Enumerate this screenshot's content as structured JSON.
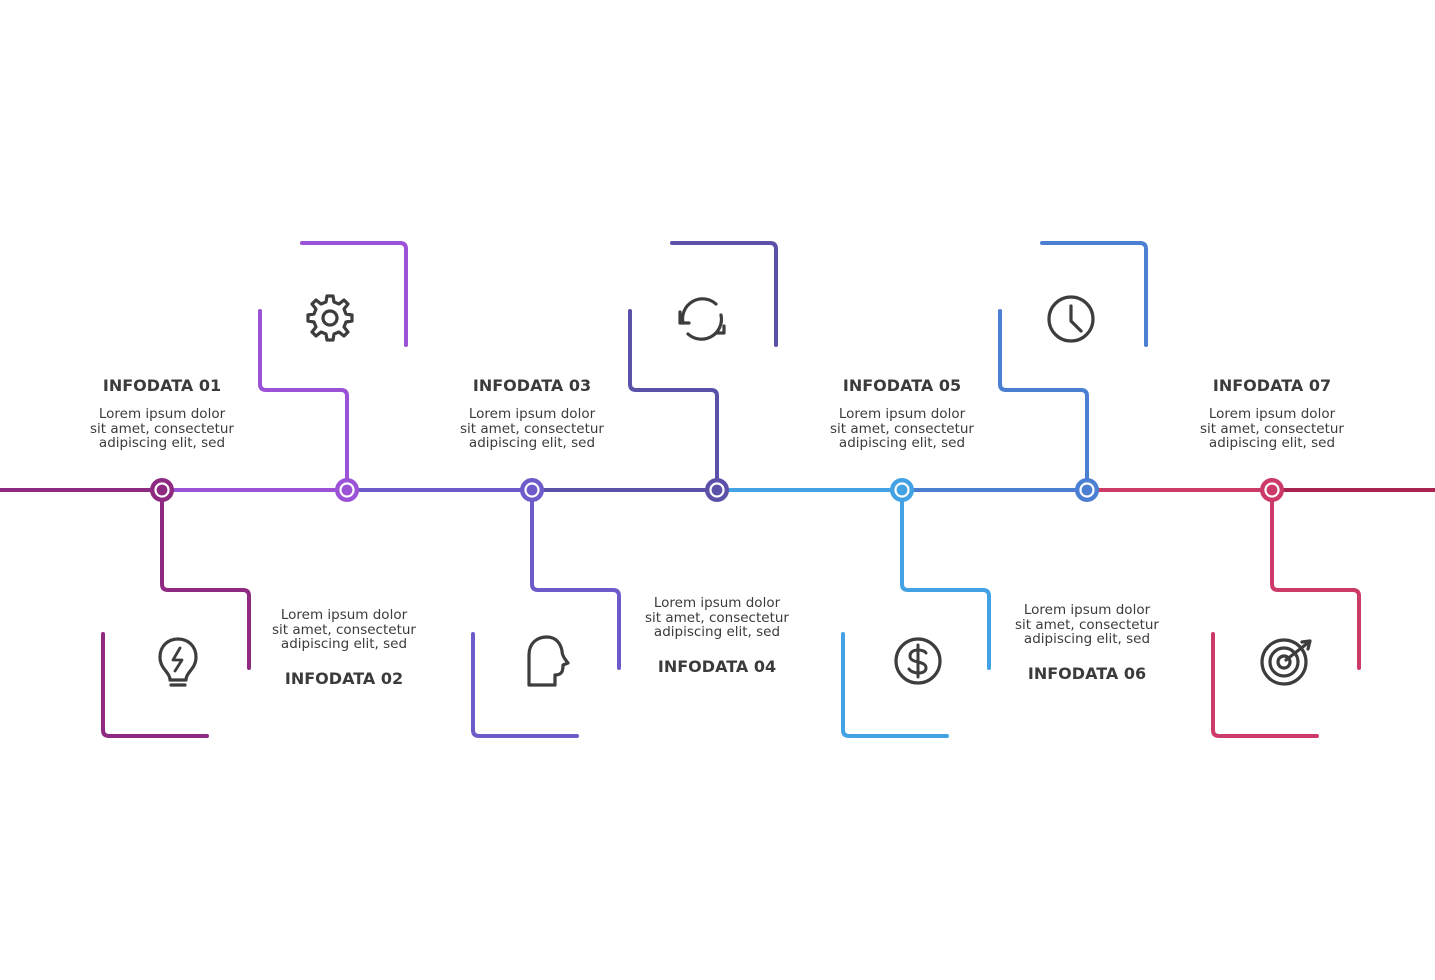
{
  "colors": {
    "step1": "#8e2a82",
    "step2": "#9b52d6",
    "step3": "#6e5bc9",
    "step4": "#5a51a8",
    "step5": "#42a2e3",
    "step6": "#4b7fd2",
    "step7": "#cc3b67",
    "icon": "#3d3d3d"
  },
  "steps": [
    {
      "title": "INFODATA 01",
      "desc": [
        "Lorem ipsum dolor",
        "sit amet, consectetur",
        "adipiscing elit, sed"
      ],
      "icon": "lightbulb-bolt-icon"
    },
    {
      "title": "INFODATA 02",
      "desc": [
        "Lorem ipsum dolor",
        "sit amet, consectetur",
        "adipiscing elit, sed"
      ],
      "icon": "gear-icon"
    },
    {
      "title": "INFODATA 03",
      "desc": [
        "Lorem ipsum dolor",
        "sit amet, consectetur",
        "adipiscing elit, sed"
      ],
      "icon": "head-profile-icon"
    },
    {
      "title": "INFODATA 04",
      "desc": [
        "Lorem ipsum dolor",
        "sit amet, consectetur",
        "adipiscing elit, sed"
      ],
      "icon": "refresh-cycle-icon"
    },
    {
      "title": "INFODATA 05",
      "desc": [
        "Lorem ipsum dolor",
        "sit amet, consectetur",
        "adipiscing elit, sed"
      ],
      "icon": "dollar-coin-icon"
    },
    {
      "title": "INFODATA 06",
      "desc": [
        "Lorem ipsum dolor",
        "sit amet, consectetur",
        "adipiscing elit, sed"
      ],
      "icon": "clock-icon"
    },
    {
      "title": "INFODATA 07",
      "desc": [
        "Lorem ipsum dolor",
        "sit amet, consectetur",
        "adipiscing elit, sed"
      ],
      "icon": "target-arrow-icon"
    }
  ]
}
